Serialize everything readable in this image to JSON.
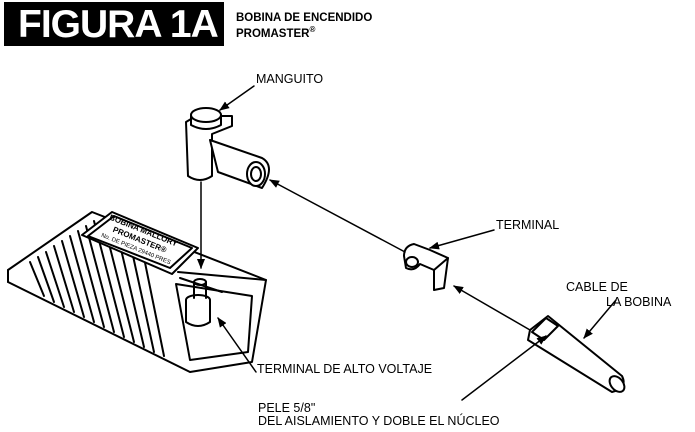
{
  "figure": {
    "badge": "FIGURA 1A",
    "title_line1": "BOBINA DE ENCENDIDO",
    "title_line2": "PROMASTER",
    "title_mark": "®"
  },
  "labels": {
    "manguito": "MANGUITO",
    "terminal": "TERMINAL",
    "cable_line1": "CABLE DE",
    "cable_line2": "LA BOBINA",
    "terminal_alto_voltaje": "TERMINAL DE ALTO VOLTAJE",
    "pele_line1": "PELE 5/8\"",
    "pele_line2": "DEL AISLAMIENTO Y DOBLE EL NÚCLEO"
  },
  "coil_plate": {
    "line1": "BOBINA MALLORY",
    "line2": "PROMASTER®",
    "line3": "No. DE PIEZA 29440 PRES"
  }
}
